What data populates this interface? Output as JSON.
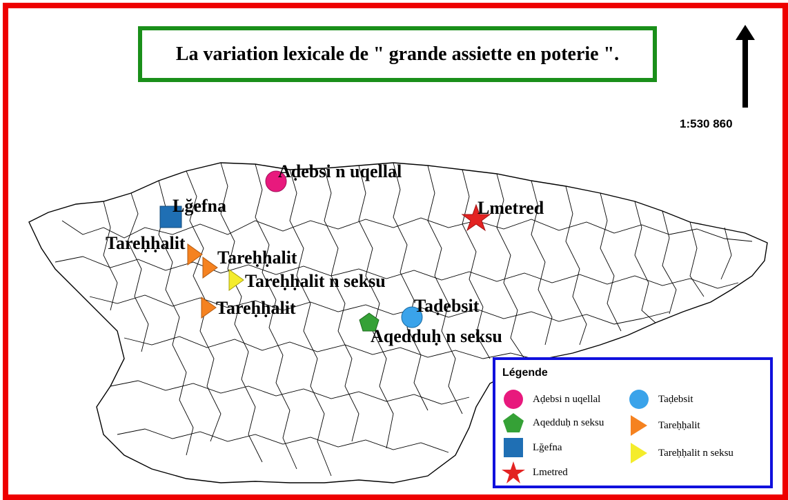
{
  "title": "La variation lexicale de \" grande assiette en poterie \".",
  "scale": "1:530 860",
  "north_arrow_icon": "north-arrow-icon",
  "colors": {
    "frame": "#ee0000",
    "title_border": "#1a8f1a",
    "legend_border": "#1010dd",
    "magenta": "#e8197d",
    "green": "#35a136",
    "blue_square": "#1f6fb4",
    "red_star": "#e32322",
    "light_blue": "#3aa3ea",
    "orange": "#f58220",
    "yellow": "#f4ec2b"
  },
  "map_labels": [
    {
      "id": "adebsi",
      "text": "Aḍebsi n uqellal"
    },
    {
      "id": "lgefna",
      "text": "Lğefna"
    },
    {
      "id": "lmetred",
      "text": "Lmetred"
    },
    {
      "id": "tarehhalit1",
      "text": "Tareḥḥalit"
    },
    {
      "id": "tarehhalit2",
      "text": "Tareḥḥalit"
    },
    {
      "id": "tarehhalit-seksu",
      "text": "Tareḥḥalit n seksu"
    },
    {
      "id": "tarehhalit3",
      "text": "Tareḥḥalit"
    },
    {
      "id": "tadebsit",
      "text": "Taḍebsit"
    },
    {
      "id": "aqedduh",
      "text": "Aqedduḥ n seksu"
    }
  ],
  "legend": {
    "title": "Légende",
    "items": [
      {
        "label": "Aḍebsi n uqellal",
        "symbol": "magenta-circle"
      },
      {
        "label": "Aqedduḥ n seksu",
        "symbol": "green-pentagon"
      },
      {
        "label": "Lğefna",
        "symbol": "blue-square"
      },
      {
        "label": "Lmetred",
        "symbol": "red-star"
      },
      {
        "label": "Taḍebsit",
        "symbol": "light-blue-circle"
      },
      {
        "label": "Tareḥḥalit",
        "symbol": "orange-triangle"
      },
      {
        "label": "Tareḥḥalit n seksu",
        "symbol": "yellow-triangle"
      }
    ]
  }
}
